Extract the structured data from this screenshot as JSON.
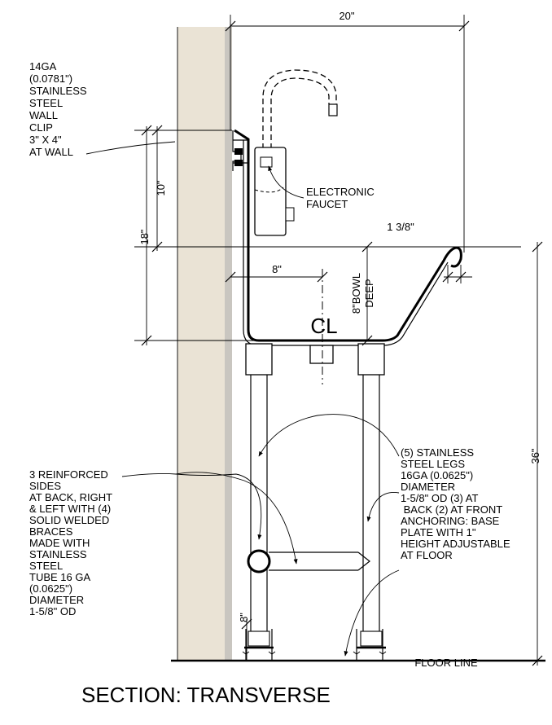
{
  "title": "SECTION: TRANSVERSE",
  "dimensions": {
    "overall_width": "20\"",
    "upper_height": "10\"",
    "wall_to_basin": "18\"",
    "setback": "8\"",
    "rim_offset": "1 3/8\"",
    "bowl_depth_line1": "8\"BOWL",
    "bowl_depth_line2": "DEEP",
    "total_height": "36\"",
    "brace_height": "8\""
  },
  "centerline": "CL",
  "floor_line": "FLOOR LINE",
  "callouts": {
    "wall_clip": [
      "14GA",
      "(0.0781\")",
      "STAINLESS",
      "STEEL",
      "WALL",
      "CLIP",
      "3\" X 4\"",
      "AT WALL"
    ],
    "faucet": [
      "ELECTRONIC",
      "FAUCET"
    ],
    "sides": [
      "3 REINFORCED",
      "SIDES",
      "AT BACK, RIGHT",
      "& LEFT WITH (4)",
      "SOLID WELDED",
      "BRACES",
      "MADE WITH",
      "STAINLESS",
      "STEEL",
      "TUBE 16 GA",
      "(0.0625\")",
      "DIAMETER",
      "1-5/8\" OD"
    ],
    "legs": [
      "(5) STAINLESS",
      "STEEL LEGS",
      "16GA (0.0625\")",
      "DIAMETER",
      "1-5/8\" OD (3) AT",
      " BACK (2) AT FRONT",
      "ANCHORING: BASE",
      "PLATE WITH 1\"",
      "HEIGHT ADJUSTABLE",
      "AT FLOOR"
    ]
  }
}
